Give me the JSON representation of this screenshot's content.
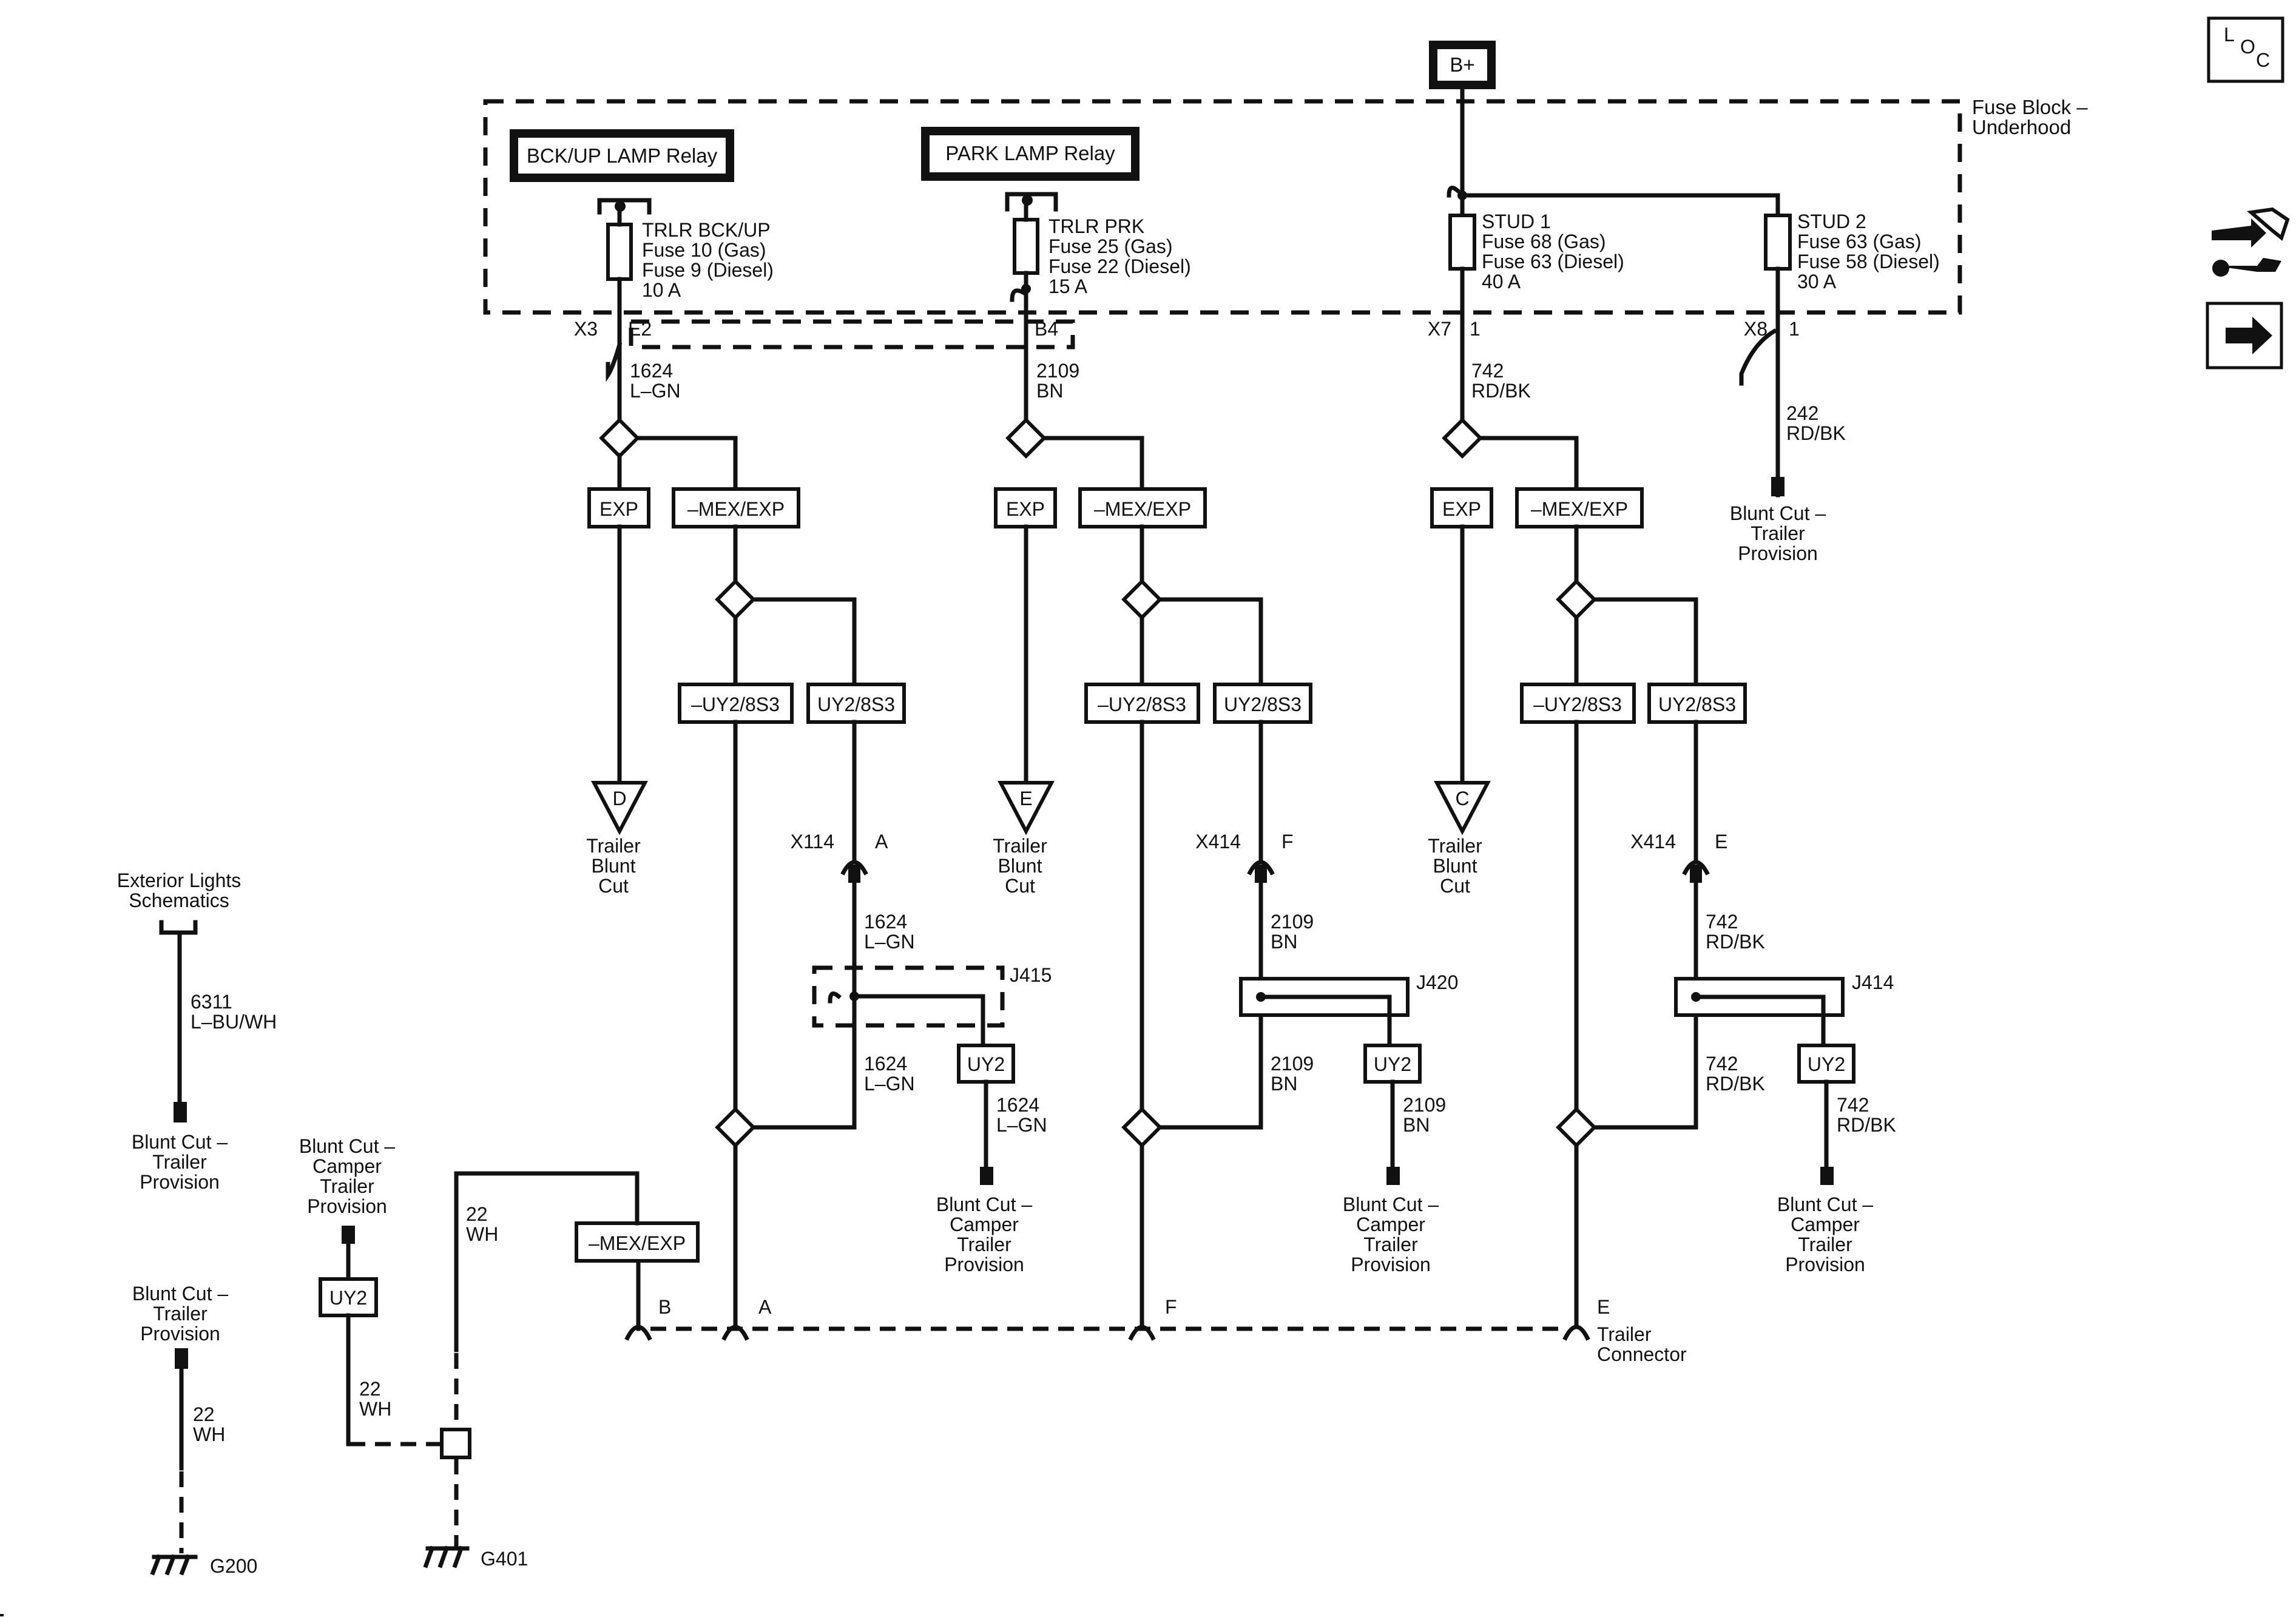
{
  "power": {
    "bplus": "B+"
  },
  "fuse_block": {
    "label_line1": "Fuse Block –",
    "label_line2": "Underhood"
  },
  "relays": {
    "bckup": "BCK/UP LAMP Relay",
    "park": "PARK LAMP Relay"
  },
  "fuses": [
    {
      "lines": [
        "TRLR BCK/UP",
        "Fuse 10 (Gas)",
        "Fuse 9 (Diesel)",
        "10 A"
      ]
    },
    {
      "lines": [
        "TRLR PRK",
        "Fuse 25 (Gas)",
        "Fuse 22 (Diesel)",
        "15 A"
      ]
    },
    {
      "lines": [
        "STUD 1",
        "Fuse 68 (Gas)",
        "Fuse 63 (Diesel)",
        "40 A"
      ]
    },
    {
      "lines": [
        "STUD 2",
        "Fuse 63 (Gas)",
        "Fuse 58 (Diesel)",
        "30 A"
      ]
    }
  ],
  "fuse_connectors": {
    "x3": "X3",
    "e2": "E2",
    "b4": "B4",
    "x7": "X7",
    "x7_pin": "1",
    "x8": "X8",
    "x8_pin": "1"
  },
  "wires": {
    "c1624": [
      "1624",
      "L–GN"
    ],
    "c2109": [
      "2109",
      "BN"
    ],
    "c742": [
      "742",
      "RD/BK"
    ],
    "c242": [
      "242",
      "RD/BK"
    ],
    "c6311": [
      "6311",
      "L–BU/WH"
    ],
    "c22": [
      "22",
      "WH"
    ]
  },
  "options": {
    "exp": "EXP",
    "mex_exp": "–MEX/EXP",
    "not_uy2_8s3": "–UY2/8S3",
    "uy2_8s3": "UY2/8S3",
    "uy2": "UY2"
  },
  "offpage": {
    "d": "D",
    "e": "E",
    "c": "C",
    "label": [
      "Trailer",
      "Blunt",
      "Cut"
    ]
  },
  "inline_connectors": {
    "x114": "X114",
    "x114_pin": "A",
    "x414": "X414",
    "x414_pin_f": "F",
    "x414_pin_e": "E"
  },
  "splices": {
    "j415": "J415",
    "j420": "J420",
    "j414": "J414"
  },
  "blunt_cut_trailer": [
    "Blunt Cut –",
    "Trailer",
    "Provision"
  ],
  "blunt_cut_camper": [
    "Blunt Cut –",
    "Camper",
    "Trailer",
    "Provision"
  ],
  "exterior_lights": [
    "Exterior Lights",
    "Schematics"
  ],
  "trailer_connector": {
    "pins": [
      "B",
      "A",
      "F",
      "E"
    ],
    "label": [
      "Trailer",
      "Connector"
    ]
  },
  "grounds": {
    "g200": "G200",
    "g401": "G401"
  },
  "side_icons": {
    "loc": [
      "L",
      "O",
      "C"
    ],
    "names": [
      "loc-icon",
      "connector-wrench-icon",
      "arrow-right-icon"
    ]
  }
}
